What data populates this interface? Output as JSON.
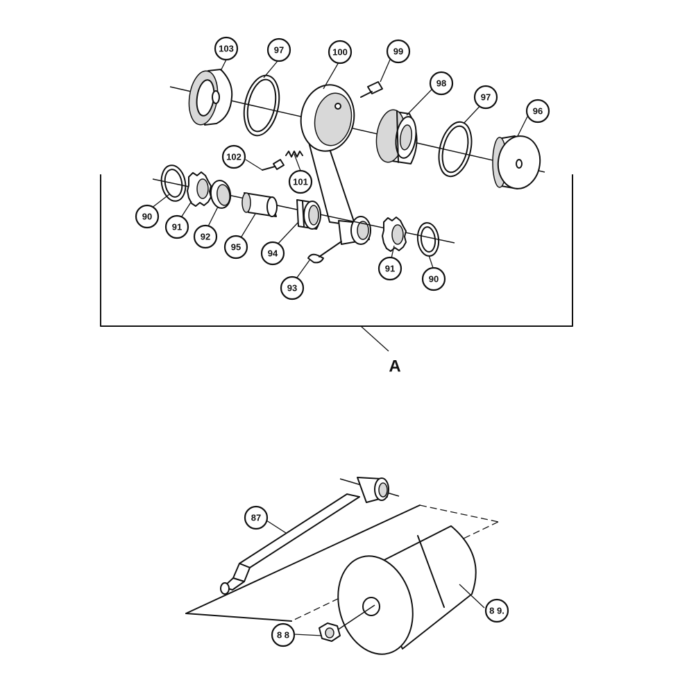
{
  "diagram": {
    "type": "exploded parts diagram",
    "assembly_label": "A",
    "callouts": {
      "c103": "103",
      "c97a": "97",
      "c100": "100",
      "c99": "99",
      "c98": "98",
      "c97b": "97",
      "c96": "96",
      "c102": "102",
      "c101": "101",
      "c90a": "90",
      "c91a": "91",
      "c92": "92",
      "c95": "95",
      "c94": "94",
      "c93": "93",
      "c91b": "91",
      "c90b": "90",
      "c87": "87",
      "c88": "8 8",
      "c89": "8 9."
    }
  }
}
